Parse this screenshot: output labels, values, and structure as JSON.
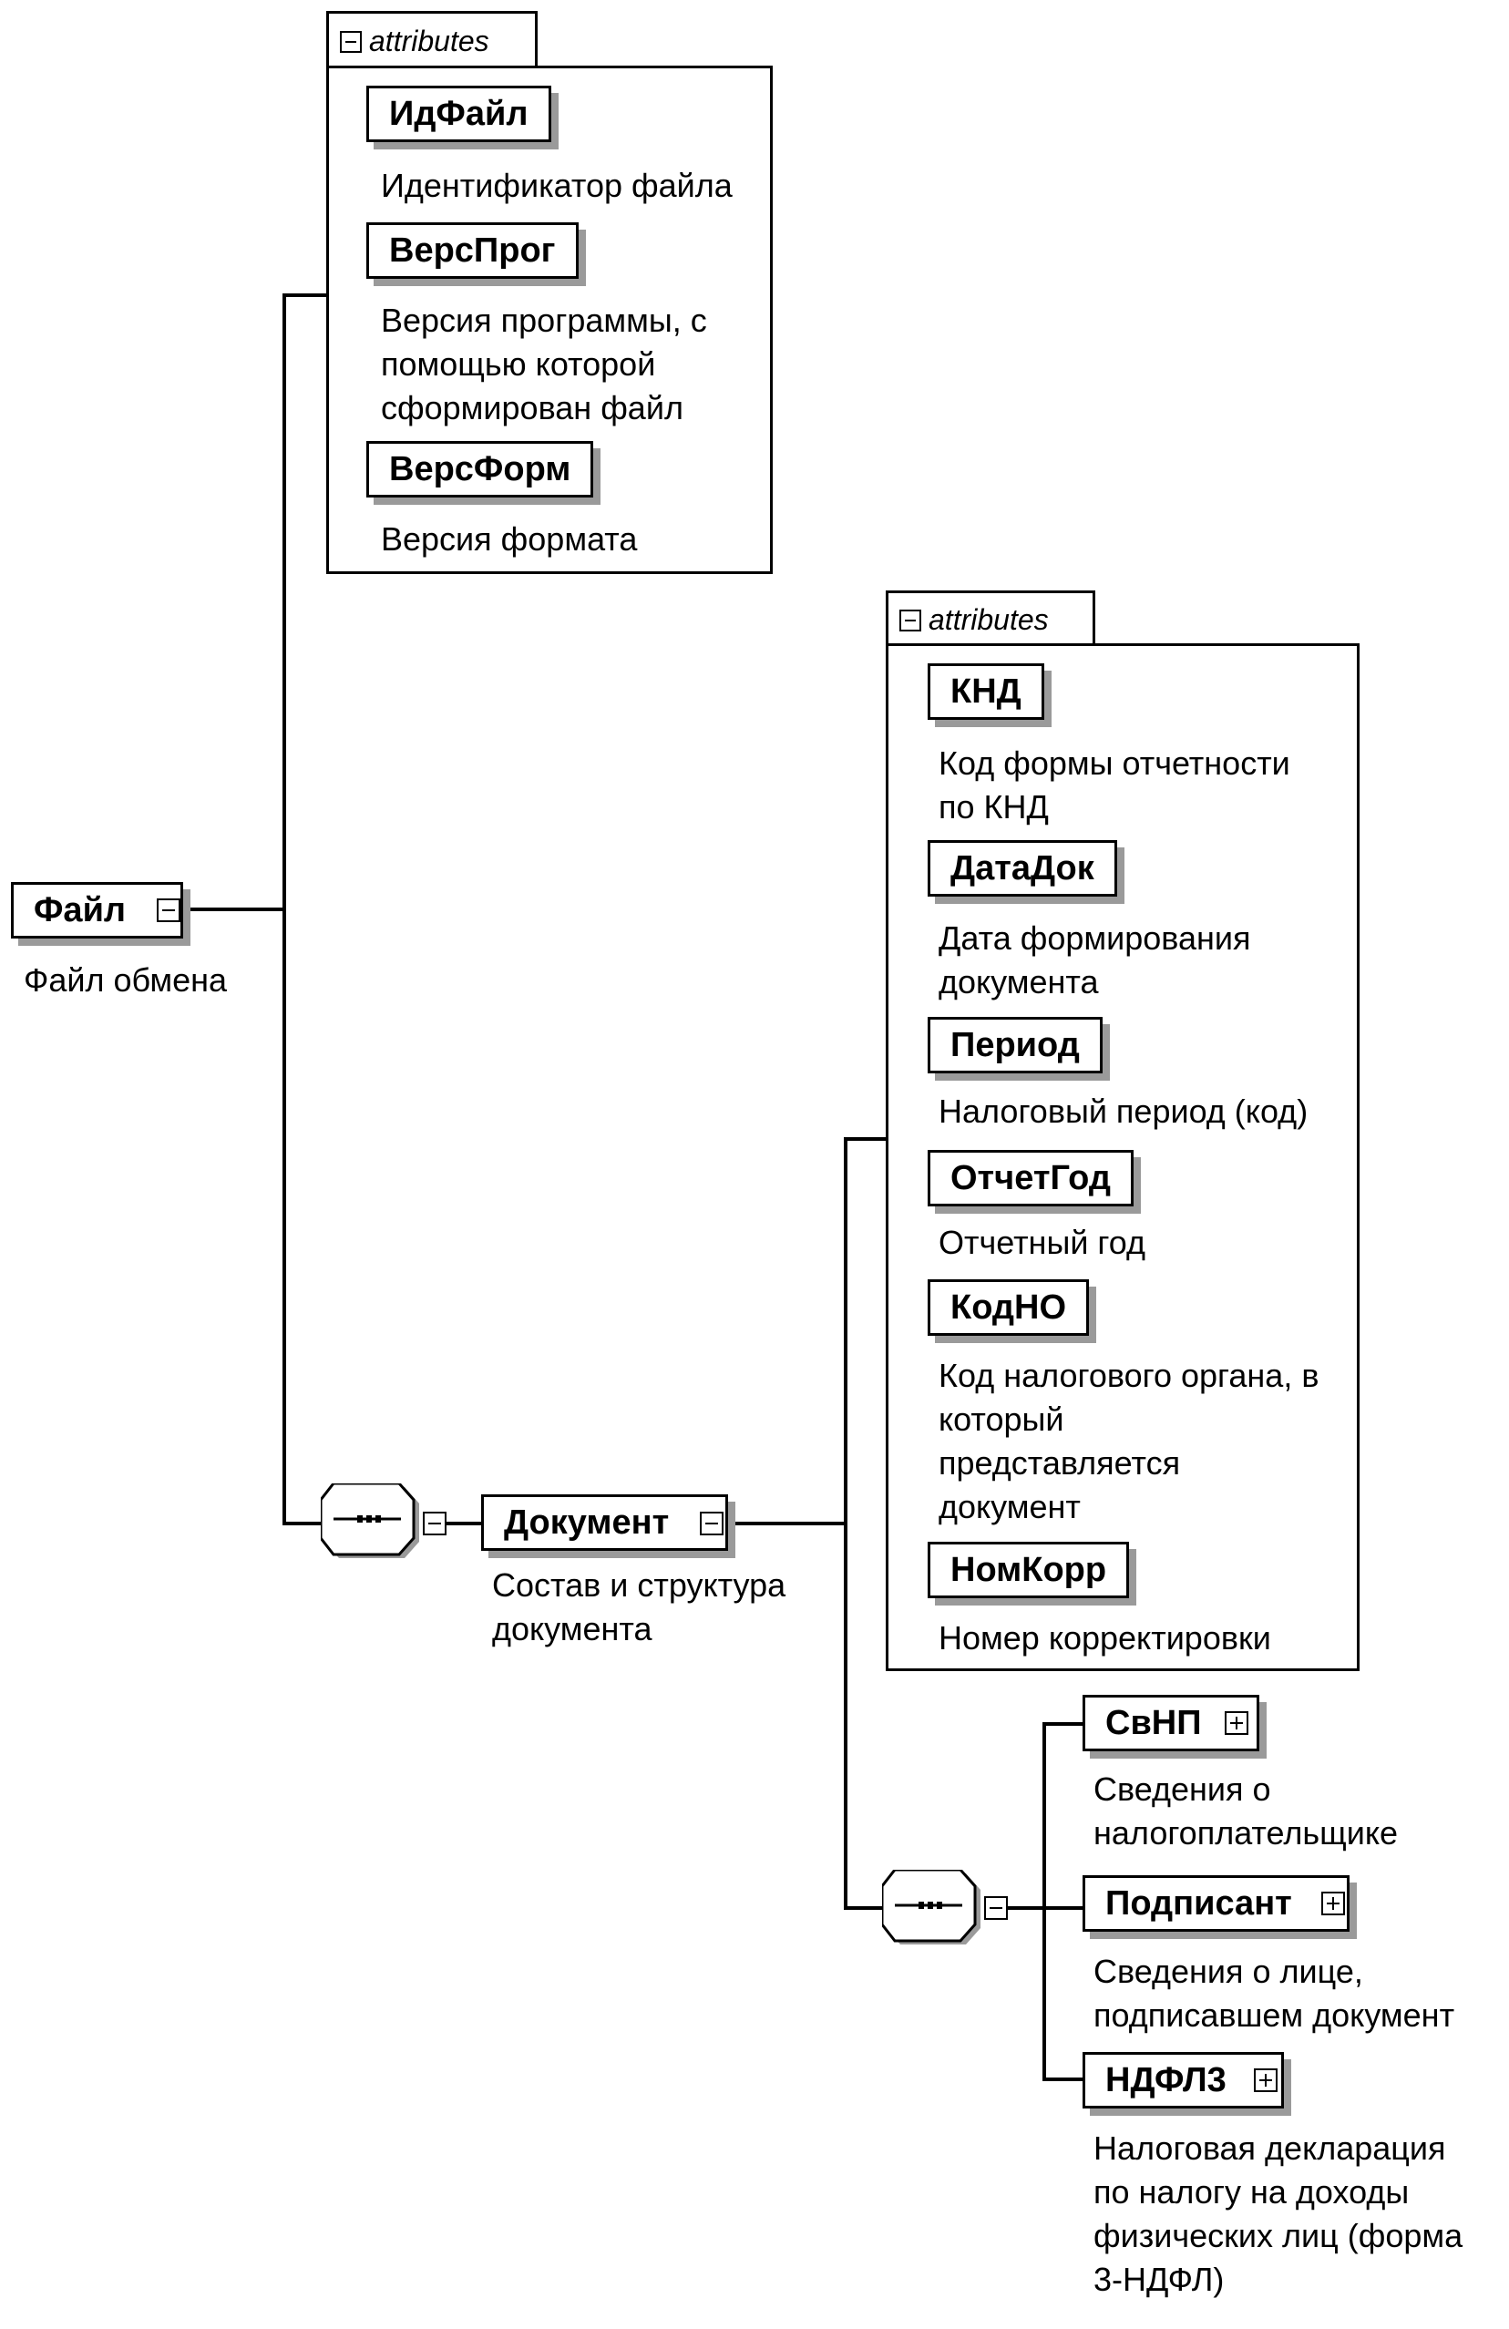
{
  "root": {
    "label": "Файл",
    "description": "Файл обмена"
  },
  "root_attributes": {
    "tab_label": "attributes",
    "items": [
      {
        "label": "ИдФайл",
        "description": "Идентификатор файла"
      },
      {
        "label": "ВерсПрог",
        "description": "Версия программы, с\nпомощью которой\nсформирован файл"
      },
      {
        "label": "ВерсФорм",
        "description": "Версия формата"
      }
    ]
  },
  "document": {
    "label": "Документ",
    "description": "Состав и структура\nдокумента"
  },
  "document_attributes": {
    "tab_label": "attributes",
    "items": [
      {
        "label": "КНД",
        "description": "Код формы отчетности\nпо КНД"
      },
      {
        "label": "ДатаДок",
        "description": "Дата формирования\nдокумента"
      },
      {
        "label": "Период",
        "description": "Налоговый период (код)"
      },
      {
        "label": "ОтчетГод",
        "description": "Отчетный год"
      },
      {
        "label": "КодНО",
        "description": "Код налогового органа, в\nкоторый\nпредставляется\nдокумент"
      },
      {
        "label": "НомКорр",
        "description": "Номер корректировки"
      }
    ]
  },
  "children": [
    {
      "label": "СвНП",
      "description": "Сведения о\nналогоплательщике"
    },
    {
      "label": "Подписант",
      "description": "Сведения о лице,\nподписавшем документ"
    },
    {
      "label": "НДФЛ3",
      "description": "Налоговая декларация\nпо налогу на доходы\nфизических лиц (форма\n3-НДФЛ)"
    }
  ]
}
